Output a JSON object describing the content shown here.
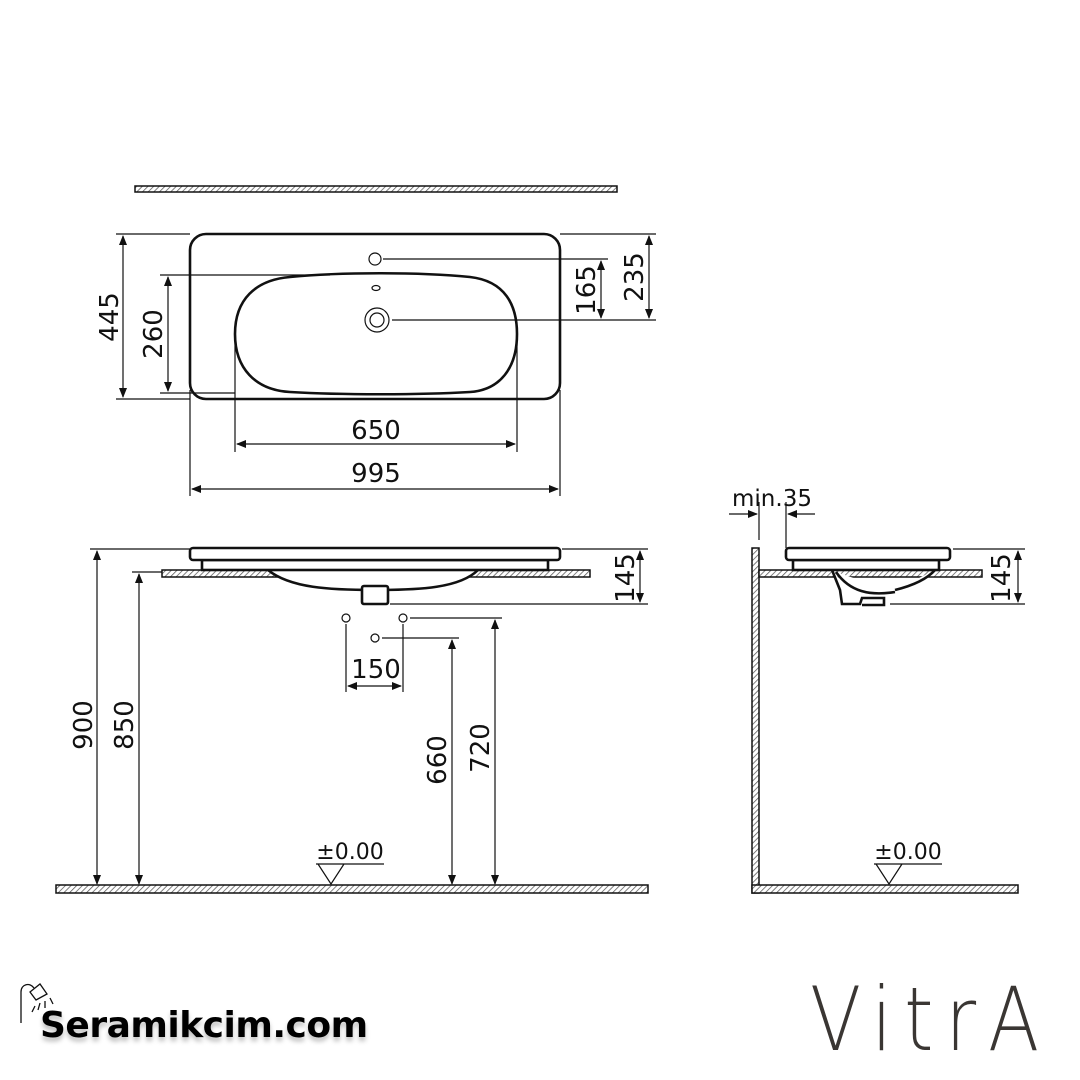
{
  "drawing": {
    "top_view": {
      "width_overall": "995",
      "bowl_width": "650",
      "depth_overall": "445",
      "bowl_depth": "260",
      "tap_to_drain": "165",
      "back_to_drain": "235"
    },
    "front_view": {
      "height_top": "900",
      "height_counter": "850",
      "drain_height_low": "660",
      "drain_height_high": "720",
      "supply_spacing": "150",
      "basin_height": "145",
      "floor_level": "±0.00"
    },
    "side_view": {
      "wall_gap": "min.35",
      "basin_height": "145",
      "floor_level": "±0.00"
    }
  },
  "logos": {
    "retailer": "Seramikcim.com",
    "brand": "VitrA"
  }
}
